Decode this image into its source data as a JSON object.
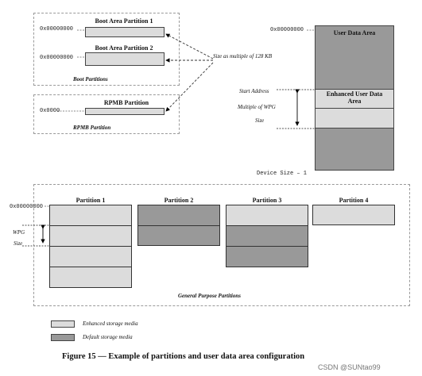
{
  "boot": {
    "p1_title": "Boot Area Partition 1",
    "p1_addr": "0x00000000",
    "p2_title": "Boot Area Partition 2",
    "p2_addr": "0x00000000",
    "caption": "Boot Partitions"
  },
  "rpmb": {
    "title": "RPMB Partition",
    "addr": "0x0000",
    "caption": "RPMB Partition"
  },
  "size_note": "Size as multiple of 128 KB",
  "user_area": {
    "addr": "0x00000000",
    "title": "User Data Area",
    "enhanced_label": "Enhanced User Data Area",
    "start_address": "Start Address",
    "multiple_wpg": "Multiple of WPG",
    "size": "Size",
    "device_size": "Device Size – 1"
  },
  "gp": {
    "addr": "0x00000000",
    "p1": "Partition 1",
    "p2": "Partition 2",
    "p3": "Partition 3",
    "p4": "Partition 4",
    "wpg": "WPG",
    "size": "Size",
    "caption": "General Purpose Partitions"
  },
  "legend": {
    "enhanced": "Enhanced storage media",
    "default": "Default storage media"
  },
  "figure_caption": "Figure 15 — Example of partitions and user data area configuration",
  "watermark": "CSDN @SUNtao99",
  "colors": {
    "enhanced": "#dcdcdc",
    "default": "#999999",
    "border": "#444444"
  }
}
